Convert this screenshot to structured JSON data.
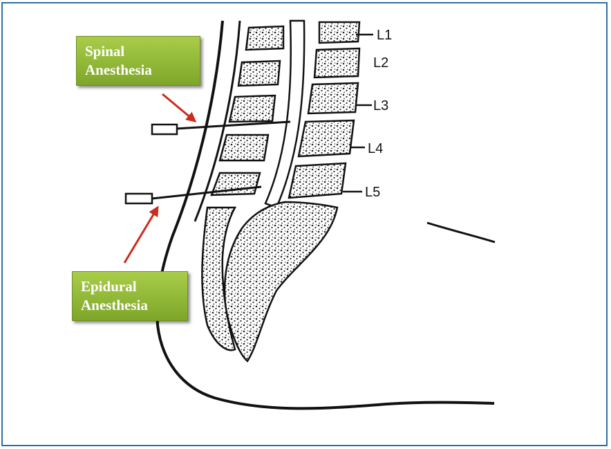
{
  "labels": {
    "spinal": {
      "line1": "Spinal",
      "line2": "Anesthesia"
    },
    "epidural": {
      "line1": "Epidural",
      "line2": "Anesthesia"
    }
  },
  "vertebrae": [
    "L1",
    "L2",
    "L3",
    "L4",
    "L5"
  ],
  "colors": {
    "frame": "#2f6f9f",
    "label_fill": "#8db833",
    "arrow": "#cc2b1e",
    "ink": "#111111"
  }
}
